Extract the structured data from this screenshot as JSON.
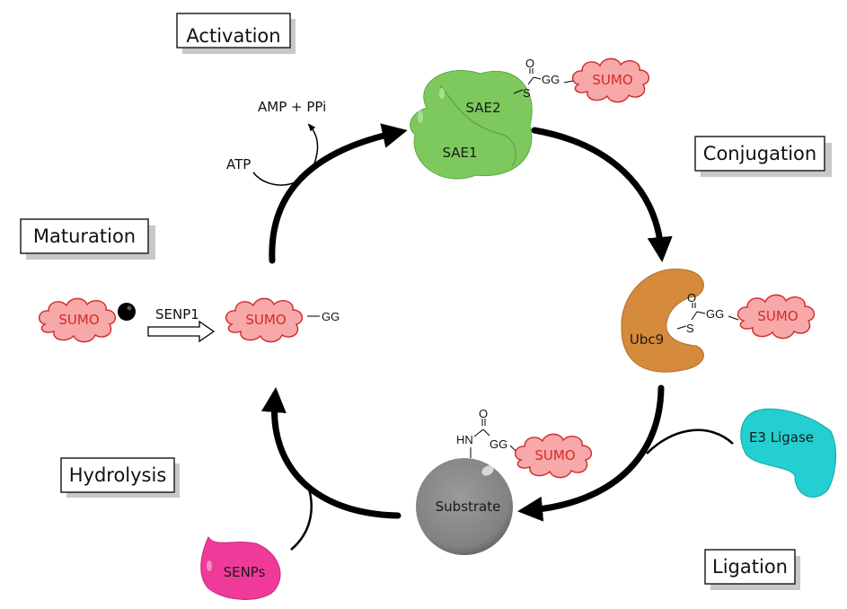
{
  "title": "SUMOylation cycle",
  "stages": {
    "activation": "Activation",
    "conjugation": "Conjugation",
    "maturation": "Maturation",
    "hydrolysis": "Hydrolysis",
    "ligation": "Ligation"
  },
  "chemicals": {
    "atp": "ATP",
    "amp_ppi": "AMP + PPi"
  },
  "proteins": {
    "sumo": "SUMO",
    "sae1": "SAE1",
    "sae2": "SAE2",
    "ubc9": "Ubc9",
    "e3": "E3 Ligase",
    "substrate": "Substrate",
    "senps": "SENPs",
    "senp1": "SENP1"
  },
  "bonds": {
    "thioester_s": "S",
    "carbonyl_o": "O",
    "gly_gly": "GG",
    "amide_hn": "HN"
  },
  "colors": {
    "sumo_fill": "#f7a8a8",
    "sumo_stroke": "#d02a2a",
    "sumo_text": "#d42a2a",
    "sae": "#7dc95e",
    "ubc9": "#d58a3c",
    "e3": "#23cfd0",
    "substrate": "#8c8c8c",
    "senps": "#f03a9a"
  }
}
